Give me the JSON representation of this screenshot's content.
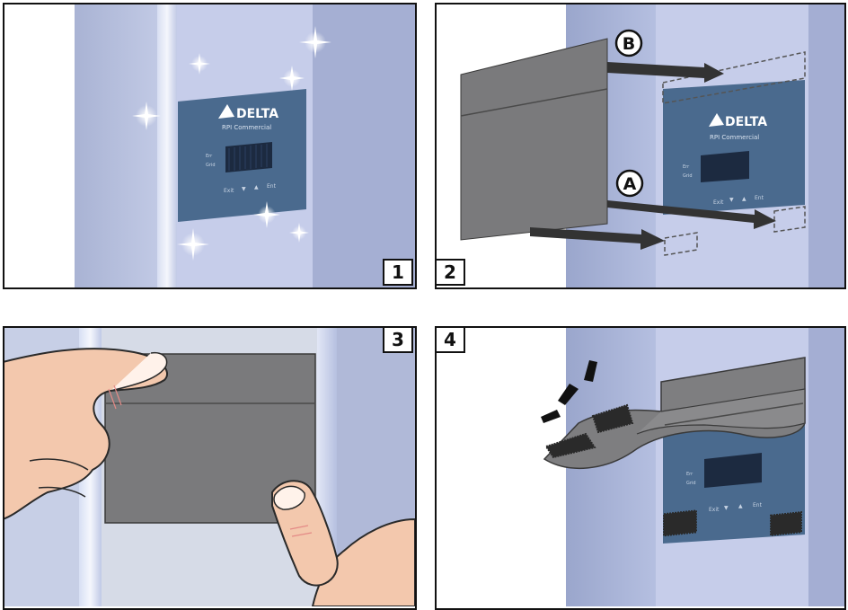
{
  "panels": [
    {
      "step": "1"
    },
    {
      "step": "2",
      "callouts": {
        "top": "B",
        "bottom": "A"
      }
    },
    {
      "step": "3"
    },
    {
      "step": "4"
    }
  ],
  "device": {
    "brand": "DELTA",
    "model": "RPI Commercial",
    "indicators": [
      "Err",
      "Grid"
    ],
    "buttons": [
      "Exit",
      "▼",
      "▲",
      "Ent"
    ]
  },
  "colors": {
    "pole": "#9da9cc",
    "pole_light": "#bcc7e6",
    "device_panel": "#4a6a8e",
    "display": "#1c2a40",
    "cover": "#7a7a7c",
    "arrow": "#333333",
    "hook_loop": "#2a2a2a",
    "skin": "#f3c8ad"
  }
}
